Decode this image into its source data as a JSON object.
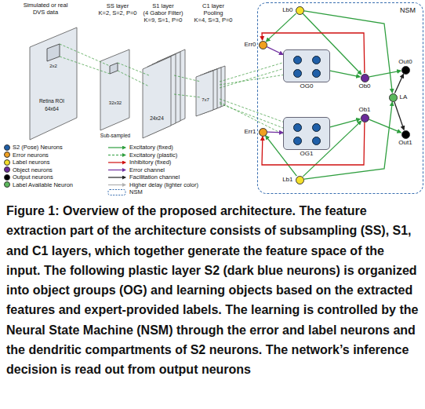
{
  "diagram": {
    "caption": "Figure 1: Overview of the proposed architecture. The feature extraction part of the architecture consists of subsampling (SS), S1, and C1 layers, which together generate the feature space of the input. The following plastic layer S2 (dark blue neurons) is organized into object groups (OG) and learning objects based on the extracted features and expert-provided labels. The learning is controlled by the Neural State Machine (NSM) through the error and label neurons and the dendritic compartments of S2 neurons. The network’s inference decision is read out from output neurons",
    "nodes": [
      {
        "text": [
          "NSM"
        ]
      },
      {
        "text": [
          "Lb0"
        ],
        "in": 0
      },
      {
        "text": [
          "Err0"
        ],
        "in": 0
      },
      {
        "text": [
          "OG0"
        ],
        "in": 0
      },
      {
        "text": [
          "Ob0"
        ],
        "in": 0
      },
      {
        "text": [
          "Out0"
        ],
        "in": 0
      },
      {
        "text": [
          "LA"
        ],
        "in": 0
      },
      {
        "text": [
          "Ob1"
        ],
        "in": 0
      },
      {
        "text": [
          "Out1"
        ],
        "in": 0
      },
      {
        "text": [
          "OG1"
        ],
        "in": 0
      },
      {
        "text": [
          "Err1"
        ],
        "in": 0
      },
      {
        "text": [
          "Lb1"
        ],
        "in": 0
      }
    ],
    "edges": [
      {
        "from": 1,
        "to": 2,
        "arrow": "to"
      },
      {
        "from": 1,
        "to": 4,
        "arrow": "to"
      },
      {
        "from": 1,
        "to": 6,
        "arrow": "to"
      },
      {
        "from": 2,
        "to": 3,
        "arrow": "to"
      },
      {
        "from": 3,
        "to": 4,
        "arrow": "to"
      },
      {
        "from": 4,
        "to": 2,
        "arrow": "to"
      },
      {
        "from": 4,
        "to": 5,
        "arrow": "to"
      },
      {
        "from": 6,
        "to": 5,
        "arrow": "to"
      },
      {
        "from": 6,
        "to": 8,
        "arrow": "to"
      },
      {
        "from": 11,
        "to": 10,
        "arrow": "to"
      },
      {
        "from": 11,
        "to": 7,
        "arrow": "to"
      },
      {
        "from": 11,
        "to": 6,
        "arrow": "to"
      },
      {
        "from": 10,
        "to": 9,
        "arrow": "to"
      },
      {
        "from": 9,
        "to": 7,
        "arrow": "to"
      },
      {
        "from": 7,
        "to": 10,
        "arrow": "to"
      },
      {
        "from": 7,
        "to": 8,
        "arrow": "to"
      }
    ],
    "labels": [
      "Simulated or real",
      "DVS data",
      "SS layer",
      "K=2, S=2, P=0",
      "S1 layer",
      "(4 Gabor Filter)",
      "K=9, S=1, P=0",
      "C1 layer",
      "Pooling",
      "K=4, S=3, P=0",
      "2x2",
      "Retina ROI",
      "64x64",
      "32x32",
      "Sub-sampled",
      "24x24",
      "7x7"
    ],
    "legend": [
      {
        "text": "S2 (Pose) Neurons",
        "color": "#1f5fa8"
      },
      {
        "text": "Error neurons",
        "color": "#f0a020"
      },
      {
        "text": "Label neurons",
        "color": "#f5e02a"
      },
      {
        "text": "Object neurons",
        "color": "#6a2a9a"
      },
      {
        "text": "Output neurons",
        "color": "#000000"
      },
      {
        "text": "Label Available Neuron",
        "color": "#5cb85c"
      },
      {
        "text": "Excitatory (fixed)"
      },
      {
        "text": "Excitatory (plastic)"
      },
      {
        "text": "Inhibitory (fixed)"
      },
      {
        "text": "Error channel"
      },
      {
        "text": "Facilitation channel"
      },
      {
        "text": "Higher delay (lighter color)"
      },
      {
        "text": "NSM"
      }
    ]
  }
}
